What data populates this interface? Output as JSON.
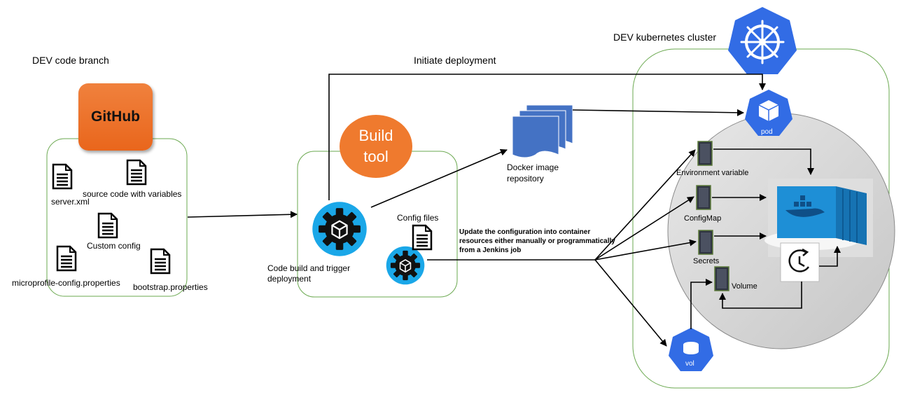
{
  "branch": {
    "title": "DEV code branch",
    "logo_text": "GitHub"
  },
  "files": {
    "server_xml": "server.xml",
    "source_code": "source code with variables",
    "custom_config": "Custom config",
    "microprofile": "microprofile-config.properties",
    "bootstrap": "bootstrap.properties"
  },
  "build": {
    "tool_line1": "Build",
    "tool_line2": "tool",
    "code_build_line1": "Code build and trigger",
    "code_build_line2": "deployment",
    "config_files": "Config files"
  },
  "initiate_deployment": "Initiate deployment",
  "docker_repo": {
    "line1": "Docker image",
    "line2": "repository"
  },
  "update_note": {
    "line1": "Update the configuration into container",
    "line2": "resources either manually or programmatically",
    "line3": "from a Jenkins job"
  },
  "cluster": {
    "title": "DEV kubernetes cluster",
    "pod_label": "pod",
    "vol_label": "vol",
    "resources": {
      "env": "Environment variable",
      "configmap": "ConfigMap",
      "secrets": "Secrets",
      "volume": "Volume"
    }
  },
  "icons": {
    "kubernetes": "kubernetes-helm-icon",
    "pod": "pod-cube-icon",
    "vol": "volume-cylinder-icon",
    "gear": "gear-icon",
    "document": "document-icon",
    "docker_image": "stacked-pages-icon",
    "container": "docker-container-icon",
    "clock": "clock-refresh-icon",
    "resource": "resource-cylinder-icon"
  },
  "colors": {
    "green_border": "#6aa84f",
    "github_orange": "#ec6a20",
    "build_orange": "#ef7a2e",
    "gear_blue": "#1aa7e8",
    "k8s_blue": "#326ce5",
    "docker_blue": "#4472c4",
    "container_blue": "#1e8fd6",
    "resource_dark": "#3a3f4a"
  }
}
